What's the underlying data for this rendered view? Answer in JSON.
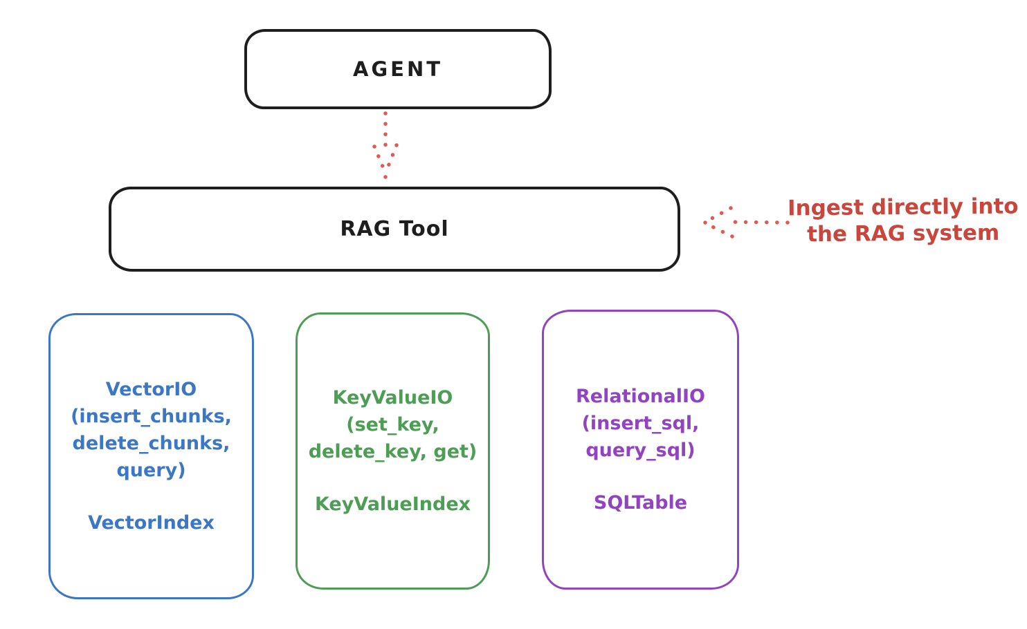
{
  "agent": {
    "label": "AGENT"
  },
  "rag_tool": {
    "label": "RAG Tool"
  },
  "annotation": {
    "line1": "Ingest directly into",
    "line2": "the RAG system"
  },
  "arrows": [
    {
      "name": "agent-to-rag-arrow",
      "style": "dotted",
      "direction": "down"
    },
    {
      "name": "annotation-to-rag-arrow",
      "style": "dotted",
      "direction": "left"
    }
  ],
  "storage_boxes": [
    {
      "title": "VectorIO",
      "methods": [
        "(insert_chunks,",
        "delete_chunks,",
        "query)"
      ],
      "index": "VectorIndex",
      "color": "#3b77c4"
    },
    {
      "title": "KeyValueIO",
      "methods": [
        "(set_key,",
        "delete_key, get)"
      ],
      "index": "KeyValueIndex",
      "color": "#4d9d55"
    },
    {
      "title": "RelationalIO",
      "methods": [
        "(insert_sql,",
        "query_sql)"
      ],
      "index": "SQLTable",
      "color": "#9143c0"
    }
  ],
  "colors": {
    "outline_black": "#1e1e1e",
    "annotation_red": "#c9463c",
    "arrow_red": "#e05a52",
    "vector_blue": "#3b77c4",
    "keyvalue_green": "#4d9d55",
    "relational_purple": "#9143c0"
  }
}
